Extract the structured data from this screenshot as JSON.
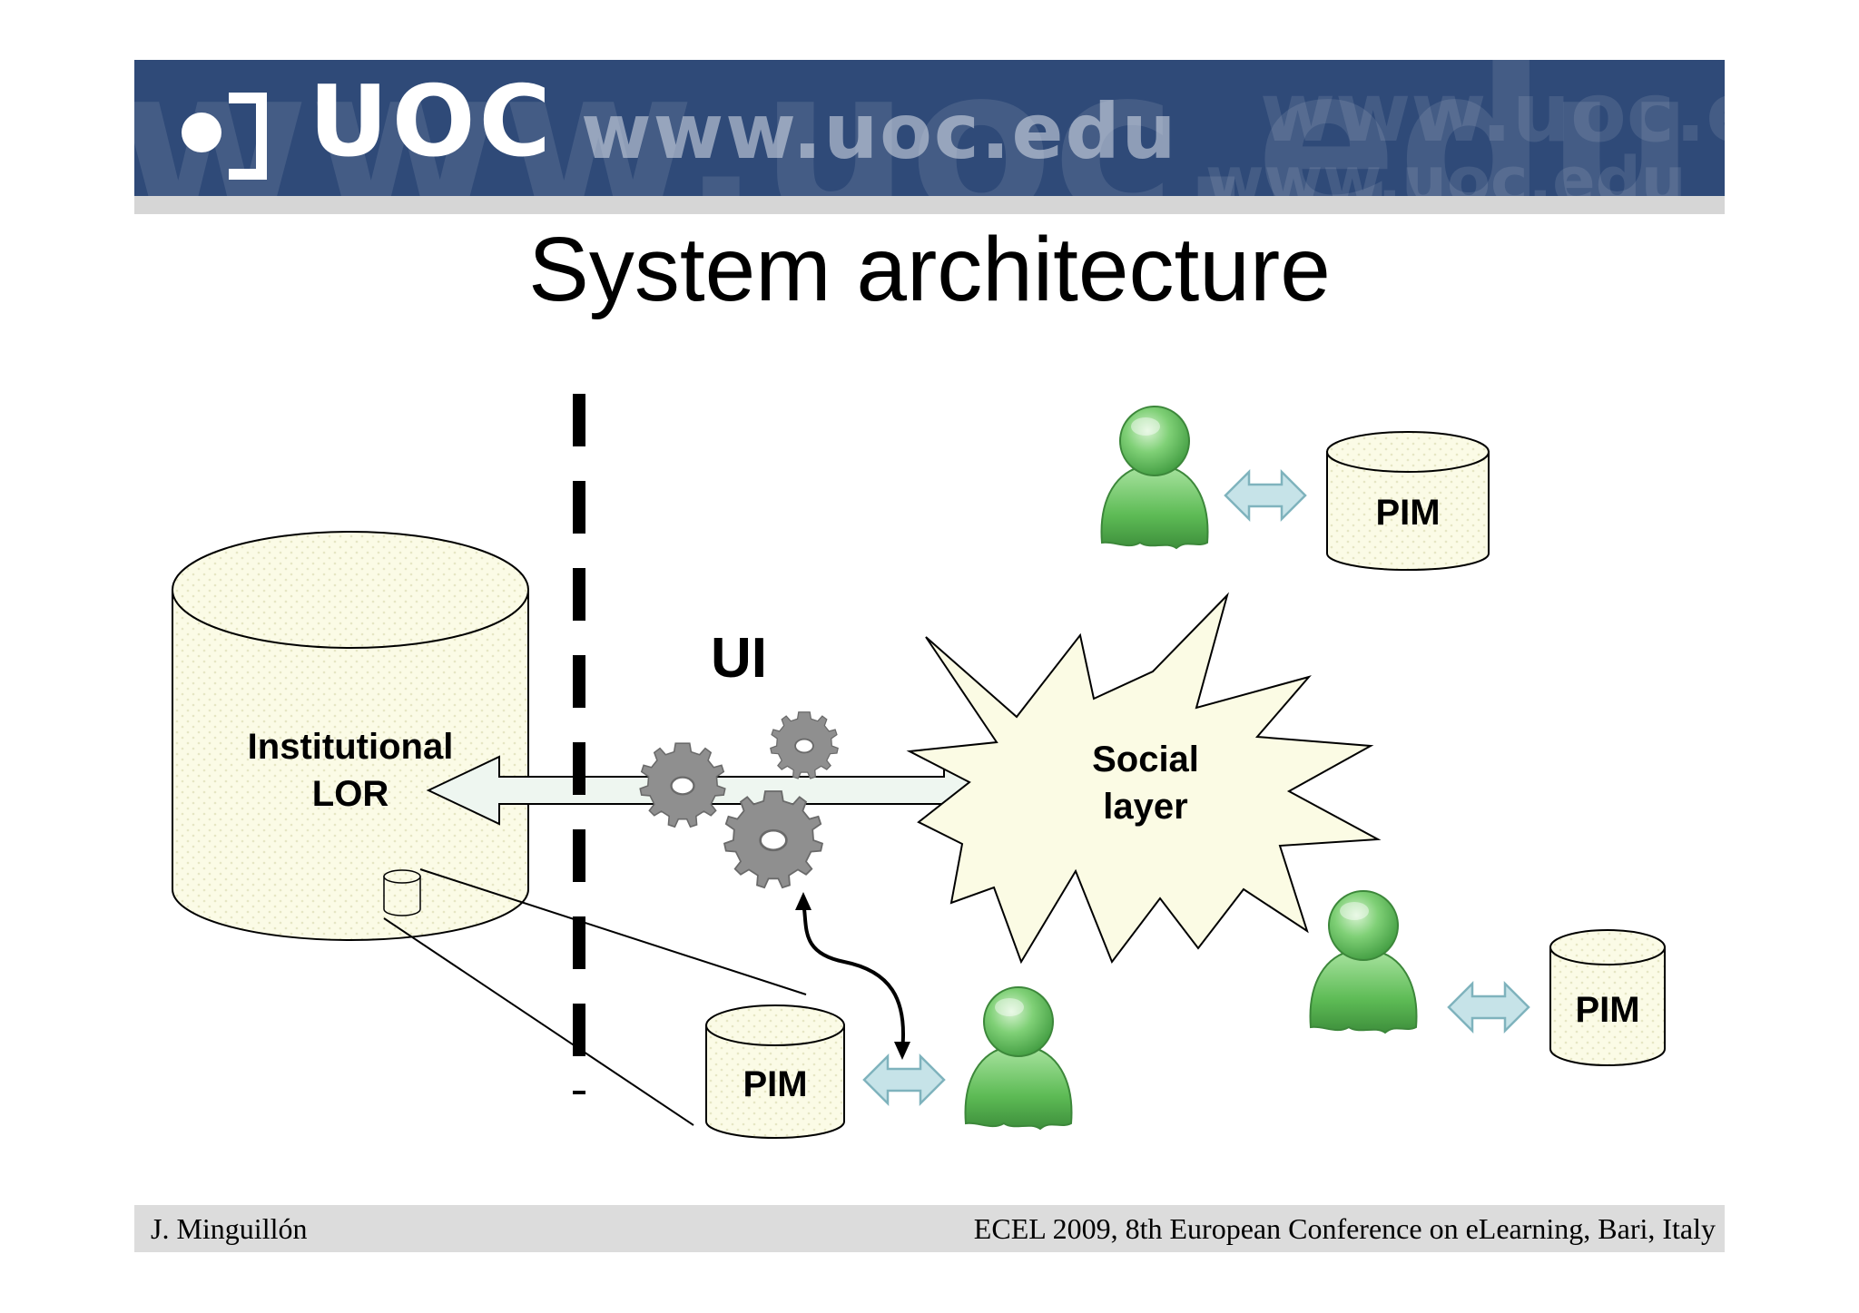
{
  "header": {
    "logo_text": "UOC",
    "url_text": "www.uoc.edu",
    "watermark_large": "www.uoc.edu",
    "watermark_right": "www.uoc.e",
    "watermark_right_small": "www.uoc.edu"
  },
  "slide": {
    "title": "System architecture"
  },
  "diagram": {
    "repository_label_line1": "Institutional",
    "repository_label_line2": "LOR",
    "ui_label": "UI",
    "social_label_line1": "Social",
    "social_label_line2": "layer",
    "pim_top_label": "PIM",
    "pim_right_label": "PIM",
    "pim_bottom_label": "PIM"
  },
  "footer": {
    "author": "J. Minguillón",
    "conference": "ECEL 2009, 8th European Conference on eLearning, Bari, Italy"
  },
  "colors": {
    "banner": "#2f4a78",
    "cylinder_fill": "#fbfbe6",
    "person_green": "#6cc46a",
    "arrow_blue": "#bfe0e6",
    "gear_gray": "#8e8e8e"
  }
}
